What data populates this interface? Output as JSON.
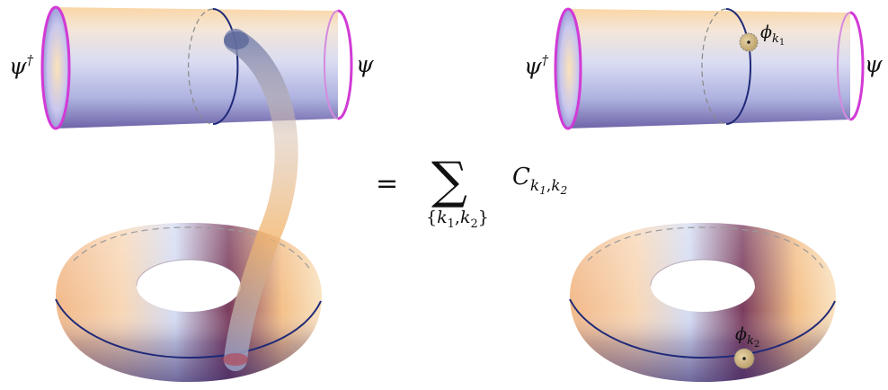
{
  "left_panel": {
    "label_left": "ψ",
    "label_left_sup": "†",
    "label_right": "ψ"
  },
  "equation": {
    "equals": "=",
    "sum_symbol": "∑",
    "subscript_open": "{",
    "k": "k",
    "k_sub1": "1",
    "comma": ",",
    "k_sub2": "2",
    "subscript_close": "}",
    "coef": "C"
  },
  "right_panel": {
    "label_left": "ψ",
    "label_left_sup": "†",
    "label_right": "ψ",
    "phi": "ϕ",
    "phi_sub_k": "k",
    "phi1_sub_index": "1",
    "phi2_sub_index": "2"
  },
  "colors": {
    "rim": "#d23ad6",
    "cycle": "#1f2a78",
    "tube": "#e9a94a",
    "insertion": "#c9b07a"
  }
}
